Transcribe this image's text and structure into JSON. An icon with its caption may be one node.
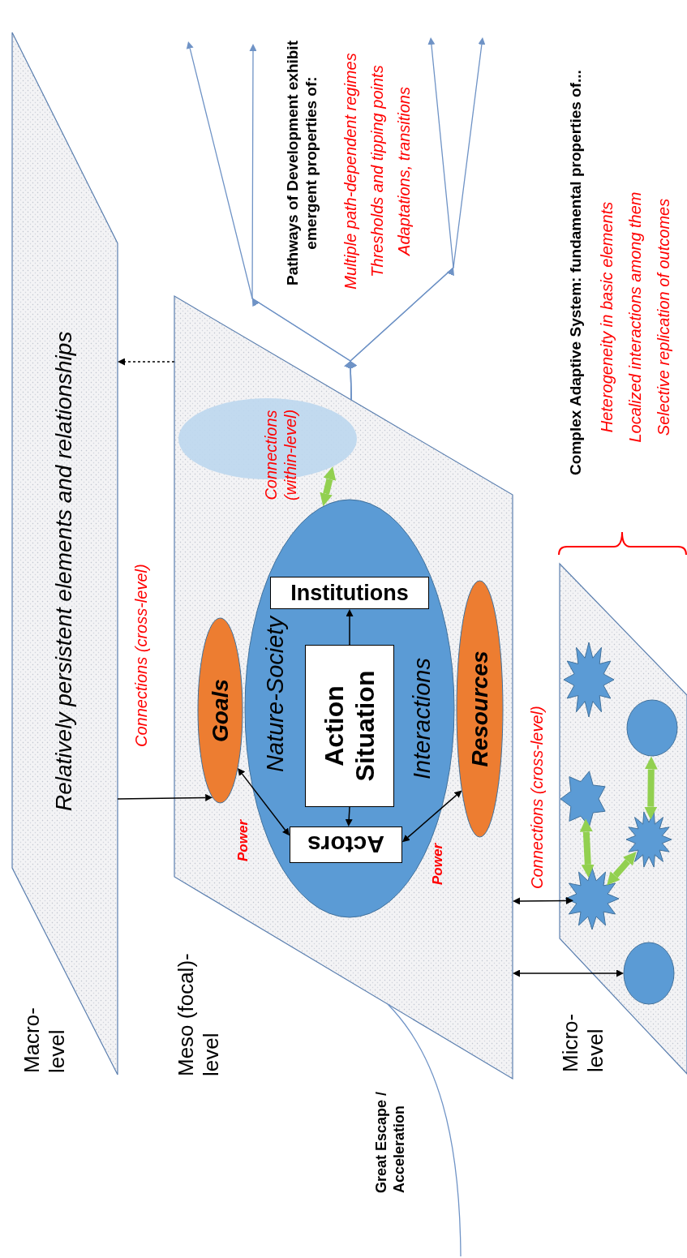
{
  "diagram": {
    "nodes": [
      {
        "text": [
          "Macro- level",
          "Relatively persistent elements and relationships"
        ]
      },
      {
        "text": [
          "Meso (focal)- level"
        ]
      },
      {
        "text": [],
        "shape": "ellipse",
        "in": 1
      },
      {
        "text": [
          "Nature-Society",
          "Interactions"
        ],
        "in": 1
      },
      {
        "text": [
          "Goals"
        ],
        "in": 1
      },
      {
        "text": [
          "Institutions"
        ],
        "in": 3
      },
      {
        "text": [
          "Action Situation"
        ],
        "in": 3
      },
      {
        "text": [
          "Actors"
        ],
        "in": 3
      },
      {
        "text": [
          "Resources"
        ],
        "in": 1
      },
      {
        "text": [
          "Micro- level"
        ]
      },
      {
        "text": [],
        "shape": "star",
        "in": 9
      },
      {
        "text": [],
        "shape": "circle",
        "in": 9
      },
      {
        "text": [],
        "shape": "star",
        "in": 9
      },
      {
        "text": [],
        "shape": "star",
        "in": 9
      },
      {
        "text": [],
        "shape": "star",
        "in": 9
      },
      {
        "text": [],
        "shape": "circle",
        "in": 9
      }
    ],
    "edges": [
      {
        "from": 0,
        "to": 4,
        "arrow": "to"
      },
      {
        "from": 1,
        "to": 0,
        "arrow": "to",
        "style": "dashed"
      },
      {
        "from": 3,
        "to": 2,
        "arrow": "both",
        "style": "thick",
        "color": "#92d050"
      },
      {
        "from": 6,
        "to": 5,
        "arrow": "to"
      },
      {
        "from": 6,
        "to": 7,
        "arrow": "to"
      },
      {
        "from": 4,
        "to": 7,
        "arrow": "both"
      },
      {
        "from": 8,
        "to": 7,
        "arrow": "both"
      },
      {
        "from": 1,
        "to": 14,
        "arrow": "both"
      },
      {
        "from": 1,
        "to": 15,
        "arrow": "both"
      },
      {
        "from": 11,
        "to": 13,
        "arrow": "both",
        "style": "thick",
        "color": "#92d050"
      },
      {
        "from": 12,
        "to": 14,
        "arrow": "both",
        "style": "thick",
        "color": "#92d050"
      },
      {
        "from": 14,
        "to": 13,
        "arrow": "both",
        "style": "thick",
        "color": "#92d050"
      },
      {
        "from": 1,
        "to": null,
        "arrow": "to",
        "color": "#6f93c6"
      },
      {
        "from": 1,
        "to": null,
        "arrow": "to",
        "color": "#6f93c6"
      },
      {
        "from": 1,
        "to": null,
        "arrow": "to",
        "color": "#6f93c6"
      },
      {
        "from": 1,
        "to": null,
        "arrow": "to",
        "color": "#6f93c6"
      },
      {
        "from": null,
        "to": 1,
        "arrow": "none",
        "color": "#6f93c6"
      }
    ],
    "labels": [
      "Pathways of Development exhibit emergent properties of:",
      "Multiple path-dependent regimes",
      "Thresholds and tipping points",
      "Adaptations, transitions",
      "Complex Adaptive System: fundamental properties of...",
      "Heterogeneity in basic elements",
      "Localized interactions among them",
      "Selective replication of outcomes",
      "Connections (cross-level)",
      "Connections (within-level)",
      "Power",
      "Power",
      "Connections (cross-level)",
      "Great Escape / Acceleration"
    ]
  }
}
